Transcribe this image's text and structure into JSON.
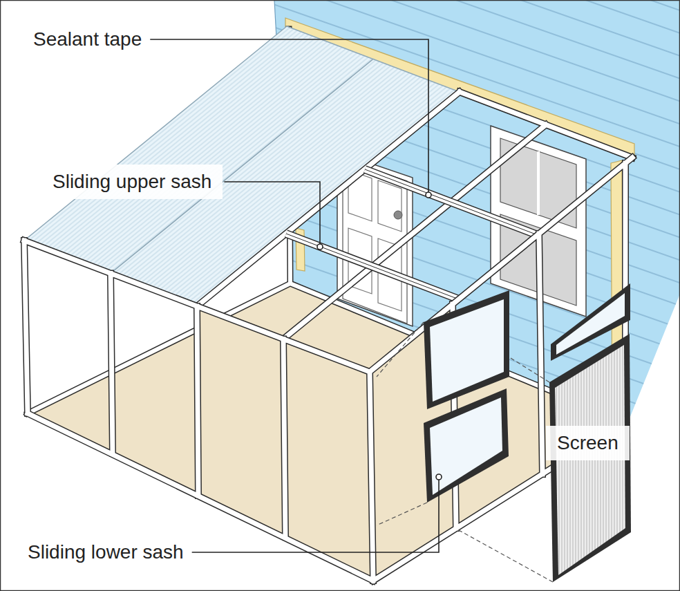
{
  "diagram": {
    "labels": [
      "Sealant tape",
      "Sliding upper sash",
      "Screen",
      "Sliding lower sash"
    ]
  }
}
